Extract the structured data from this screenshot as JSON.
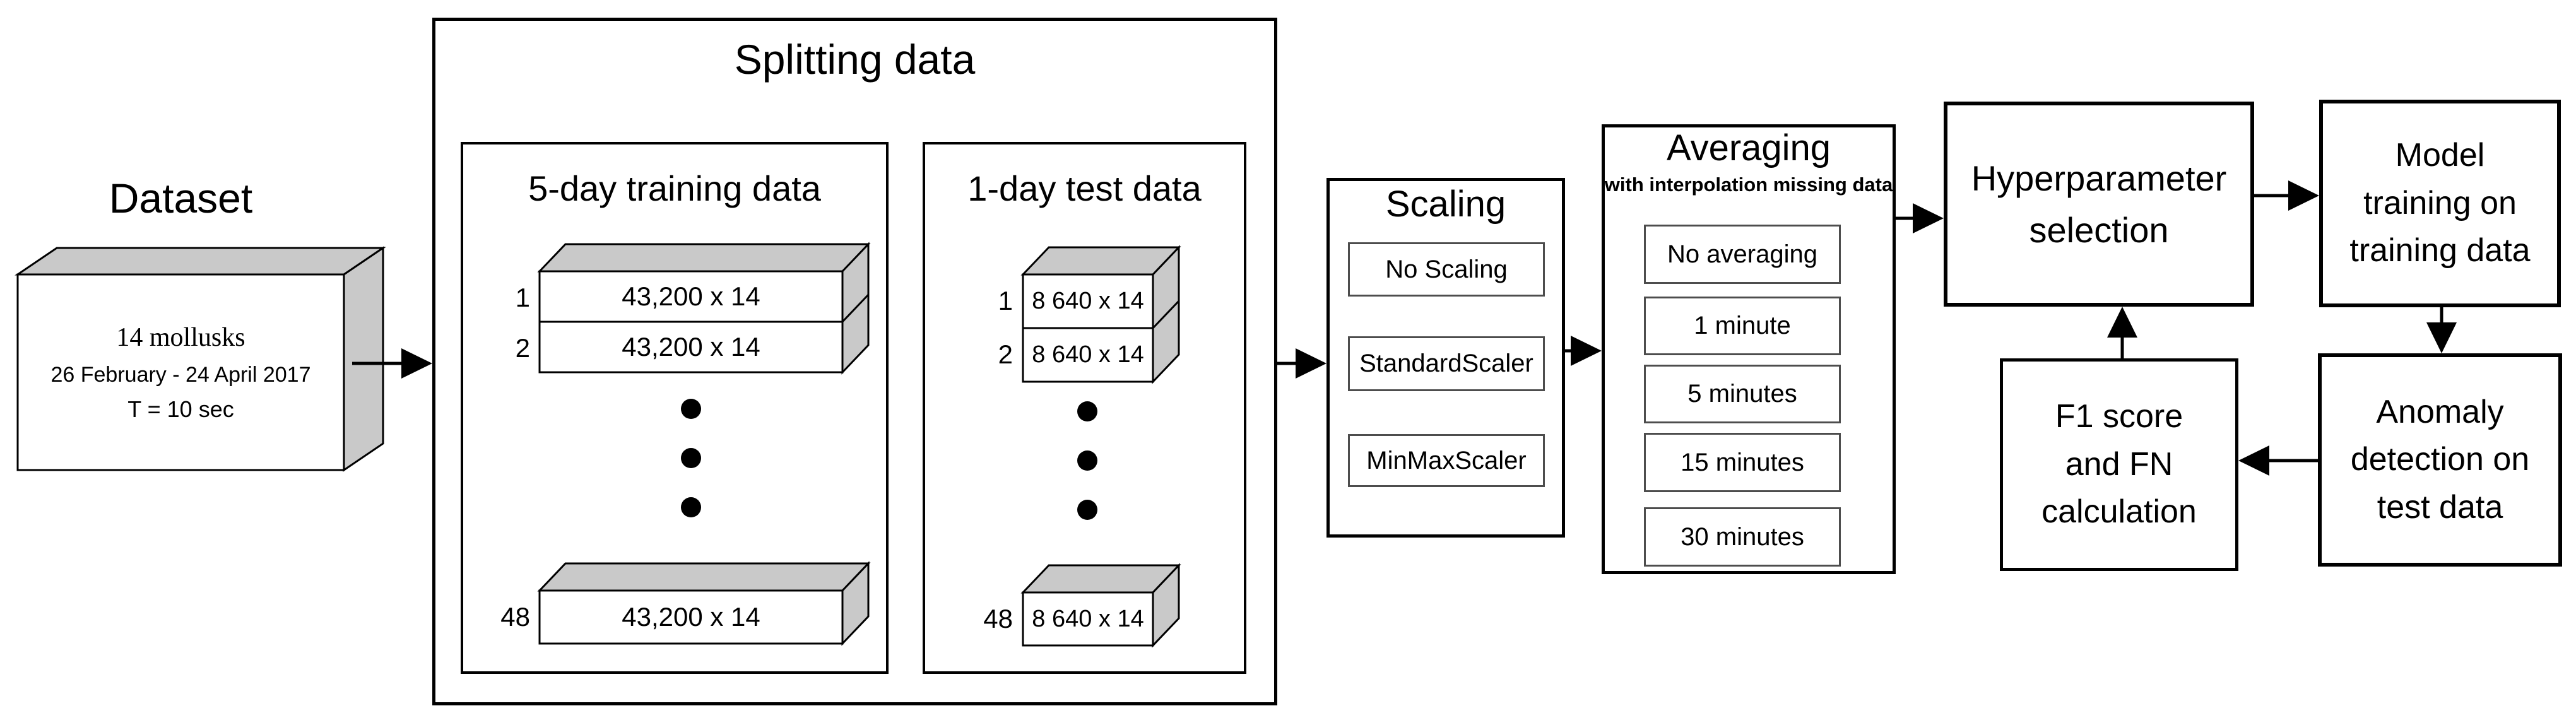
{
  "colors": {
    "stroke": "#000000",
    "face_gray": "#c9c9c9",
    "option_border": "#4d4d4d",
    "background": "#ffffff"
  },
  "dataset": {
    "title": "Dataset",
    "line1": "14 mollusks",
    "line2": "26 February - 24 April 2017",
    "line3": "T = 10 sec"
  },
  "splitting": {
    "title": "Splitting data",
    "training": {
      "title": "5-day training data",
      "rows": [
        {
          "label": "1",
          "dim": "43,200 x 14"
        },
        {
          "label": "2",
          "dim": "43,200 x 14"
        },
        {
          "label": "48",
          "dim": "43,200 x 14"
        }
      ]
    },
    "test": {
      "title": "1-day test data",
      "rows": [
        {
          "label": "1",
          "dim": "8 640 x 14"
        },
        {
          "label": "2",
          "dim": "8 640 x 14"
        },
        {
          "label": "48",
          "dim": "8 640 x 14"
        }
      ]
    }
  },
  "scaling": {
    "title": "Scaling",
    "options": [
      "No Scaling",
      "StandardScaler",
      "MinMaxScaler"
    ]
  },
  "averaging": {
    "title": "Averaging",
    "subtitle": "with interpolation missing data",
    "options": [
      "No averaging",
      "1 minute",
      "5 minutes",
      "15 minutes",
      "30 minutes"
    ]
  },
  "stages": {
    "hyperparameter": {
      "line1": "Hyperparameter",
      "line2": "selection"
    },
    "model_training": {
      "line1": "Model",
      "line2": "training on",
      "line3": "training data"
    },
    "f1": {
      "line1": "F1 score",
      "line2": "and FN",
      "line3": "calculation"
    },
    "anomaly": {
      "line1": "Anomaly",
      "line2": "detection on",
      "line3": "test data"
    }
  }
}
